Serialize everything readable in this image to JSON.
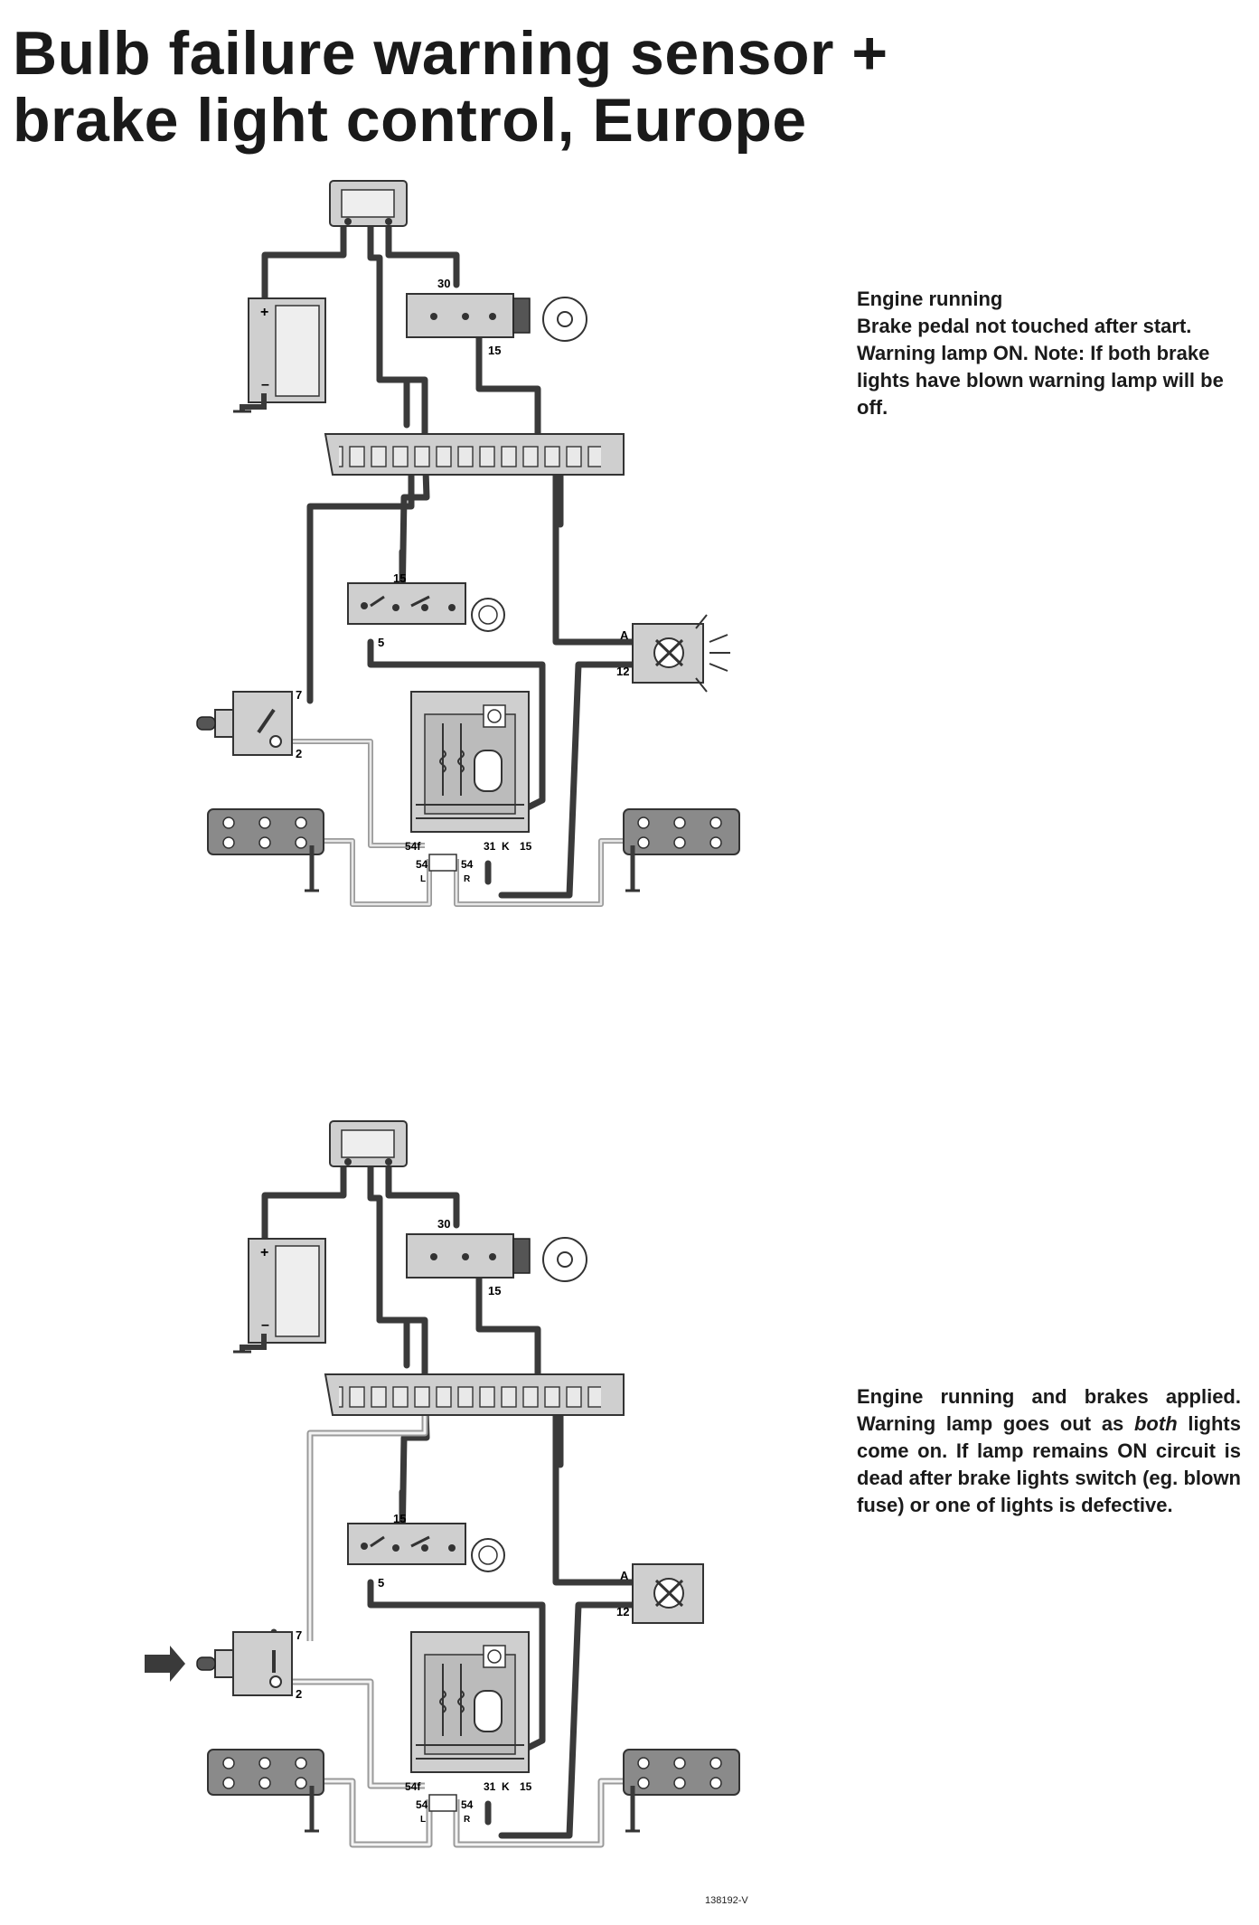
{
  "title": {
    "line1": "Bulb failure warning sensor +",
    "line2": "brake light control, Europe"
  },
  "captions": {
    "top": {
      "line1": "Engine running",
      "line2": "Brake pedal not touched after start. Warning lamp ON. Note: If both brake lights have blown warning lamp will be off."
    },
    "bottom": {
      "line1": "Engine running and brakes applied. Warning lamp goes out as ",
      "emphasis": "both",
      "line2": " lights come on. If lamp remains ON circuit is dead after brake lights switch (eg. blown fuse) or one of lights is defective."
    }
  },
  "terminal_labels": {
    "t30": "30",
    "t15": "15",
    "t5": "5",
    "t7": "7",
    "t2": "2",
    "tA": "A",
    "t12": "12",
    "t54f": "54f",
    "t54l": "54",
    "t54r": "54",
    "side_l": "L",
    "side_r": "R",
    "t31": "31",
    "tK": "K",
    "t15b": "15"
  },
  "figure_ref": "138192-V",
  "colors": {
    "wire_live": "#3a3a3a",
    "wire_dead": "#bdbdbd",
    "component_fill": "#cfcfcf",
    "component_dark": "#8a8a8a"
  }
}
